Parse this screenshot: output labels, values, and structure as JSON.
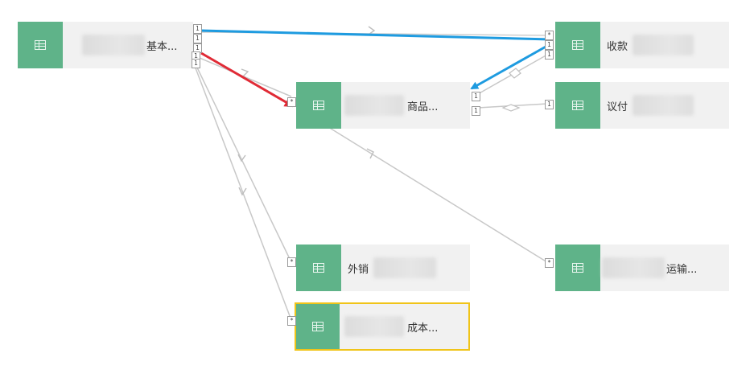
{
  "nodes": {
    "jiben": {
      "label": "基本..."
    },
    "shangpin": {
      "label": "商品..."
    },
    "shoukuan": {
      "label": "收款"
    },
    "yifu": {
      "label": "议付"
    },
    "waixiao": {
      "label": "外销"
    },
    "yunshu": {
      "label": "运输..."
    },
    "chengben": {
      "label": "成本..."
    }
  },
  "cardinality": {
    "one": "1",
    "many": "*"
  },
  "colors": {
    "node_icon": "#5fb389",
    "node_bg": "#f1f1f1",
    "selected_border": "#f0c419",
    "edge_gray": "#c8c8c8",
    "edge_blue": "#1e9be0",
    "edge_red": "#e02b36"
  },
  "icons": {
    "node": "table-icon",
    "arrow": "arrow-icon",
    "link": "link-diamond-icon"
  }
}
